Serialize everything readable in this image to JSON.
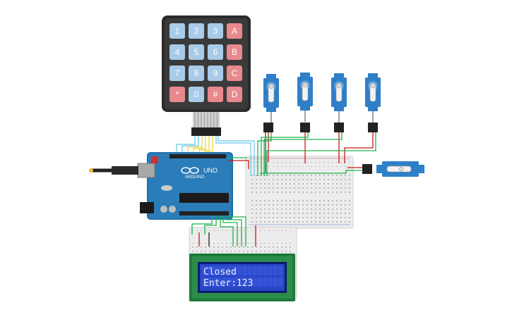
{
  "keypad": {
    "rows": [
      [
        "1",
        "2",
        "3",
        "A"
      ],
      [
        "4",
        "5",
        "6",
        "B"
      ],
      [
        "7",
        "8",
        "9",
        "C"
      ],
      [
        "*",
        "0",
        "#",
        "D"
      ]
    ]
  },
  "arduino": {
    "model": "UNO",
    "brand": "ARDUINO"
  },
  "lcd": {
    "line1": "Closed",
    "line2": "Enter:123"
  },
  "colors": {
    "key_blue": "#a7cbe8",
    "key_red": "#e8898e",
    "servo_blue": "#2f7fc8",
    "board_blue": "#1f6fa8",
    "lcd_bg": "#2a46c8",
    "wire_green": "#1db34a",
    "wire_red": "#d01515",
    "wire_cyan": "#67c7e6"
  }
}
